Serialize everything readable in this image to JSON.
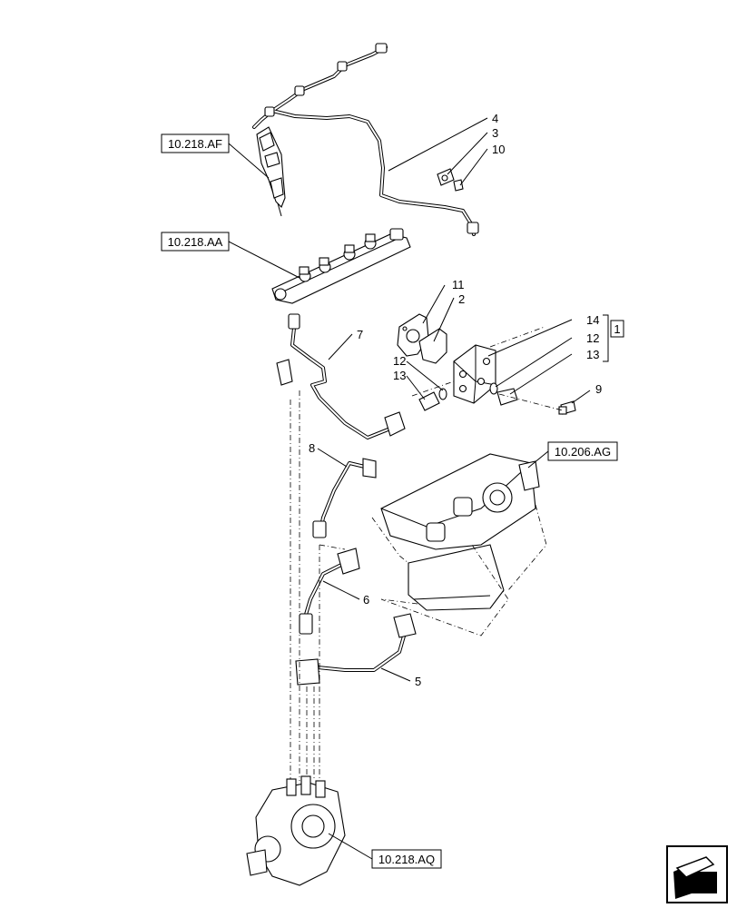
{
  "references": {
    "r_218_af": "10.218.AF",
    "r_218_aa": "10.218.AA",
    "r_206_ag": "10.206.AG",
    "r_218_aq": "10.218.AQ"
  },
  "callouts": {
    "c4": "4",
    "c3": "3",
    "c10": "10",
    "c11": "11",
    "c2": "2",
    "c14": "14",
    "c12a": "12",
    "c13a": "13",
    "c12b": "12",
    "c13b": "13",
    "c9": "9",
    "c7": "7",
    "c8": "8",
    "c6": "6",
    "c5": "5",
    "kit": "1"
  },
  "icons": {
    "nav": "navigation-arrow-icon"
  }
}
